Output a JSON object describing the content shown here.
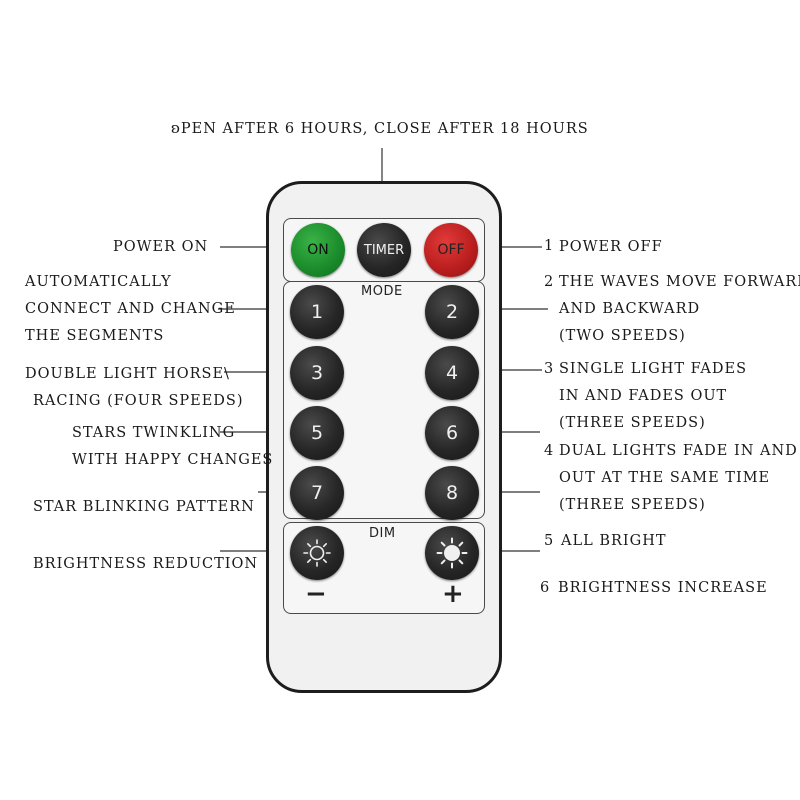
{
  "top_label": "ʚPEN AFTER 6 HOURS, CLOSE AFTER 18 HOURS",
  "remote": {
    "buttons": {
      "on": "ON",
      "timer": "TIMER",
      "off": "OFF",
      "mode_title": "MODE",
      "mode_buttons": [
        "1",
        "2",
        "3",
        "4",
        "5",
        "6",
        "7",
        "8"
      ],
      "dim_title": "DIM",
      "minus": "−",
      "plus": "+"
    },
    "colors": {
      "on": "#1a8a2a",
      "off": "#b81d1d",
      "button": "#262626",
      "body": "#f1f1f1"
    }
  },
  "left_labels": {
    "power_on": "POWER ON",
    "auto_1": "AUTOMATICALLY",
    "auto_2": "CONNECT AND CHANGE",
    "auto_3": "THE SEGMENTS",
    "horse_1": "DOUBLE LIGHT HORSE\\",
    "horse_2": "RACING (FOUR SPEEDS)",
    "stars_1": "STARS TWINKLING",
    "stars_2": "WITH HAPPY CHANGES",
    "blink": "STAR BLINKING PATTERN",
    "reduce": "BRIGHTNESS REDUCTION"
  },
  "right_labels": {
    "off_num": "1",
    "off_text": "POWER OFF",
    "waves_num": "2",
    "waves_1": "THE WAVES MOVE FORWARD",
    "waves_2": "AND BACKWARD",
    "waves_3": "(TWO SPEEDS)",
    "fade_num": "3",
    "fade_1": "SINGLE LIGHT FADES",
    "fade_2": "IN AND FADES OUT",
    "fade_3": "(THREE SPEEDS)",
    "dual_num": "4",
    "dual_1": "DUAL LIGHTS FADE IN AND",
    "dual_2": "OUT AT THE SAME TIME",
    "dual_3": "(THREE SPEEDS)",
    "bright_num": "5",
    "bright_text": "ALL BRIGHT",
    "inc_num": "6",
    "inc_text": "BRIGHTNESS INCREASE"
  }
}
